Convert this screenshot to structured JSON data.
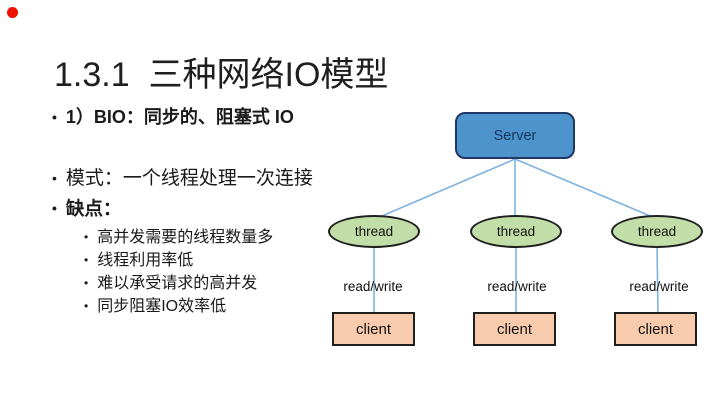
{
  "slide": {
    "title": "1.3.1  三种网络IO模型",
    "bullets": {
      "bio": "1）BIO：同步的、阻塞式 IO",
      "mode": "模式：一个线程处理一次连接",
      "drawback": "缺点：",
      "sub": [
        "高并发需要的线程数量多",
        "线程利用率低",
        "难以承受请求的高并发",
        "同步阻塞IO效率低"
      ]
    }
  },
  "diagram": {
    "server_label": "Server",
    "columns": [
      {
        "thread_label": "thread",
        "io_label": "read/write",
        "client_label": "client"
      },
      {
        "thread_label": "thread",
        "io_label": "read/write",
        "client_label": "client"
      },
      {
        "thread_label": "thread",
        "io_label": "read/write",
        "client_label": "client"
      }
    ]
  },
  "icons": {
    "bullet": "•",
    "record_dot": "red-dot"
  },
  "colors": {
    "server_fill": "#4d93cc",
    "server_border": "#1f3864",
    "server_text": "#17375e",
    "thread_fill": "#c1dda8",
    "client_fill": "#f8cbad",
    "node_border": "#1f1f1f",
    "connector": "#7fb2e1",
    "record_dot": "#ee1100"
  }
}
